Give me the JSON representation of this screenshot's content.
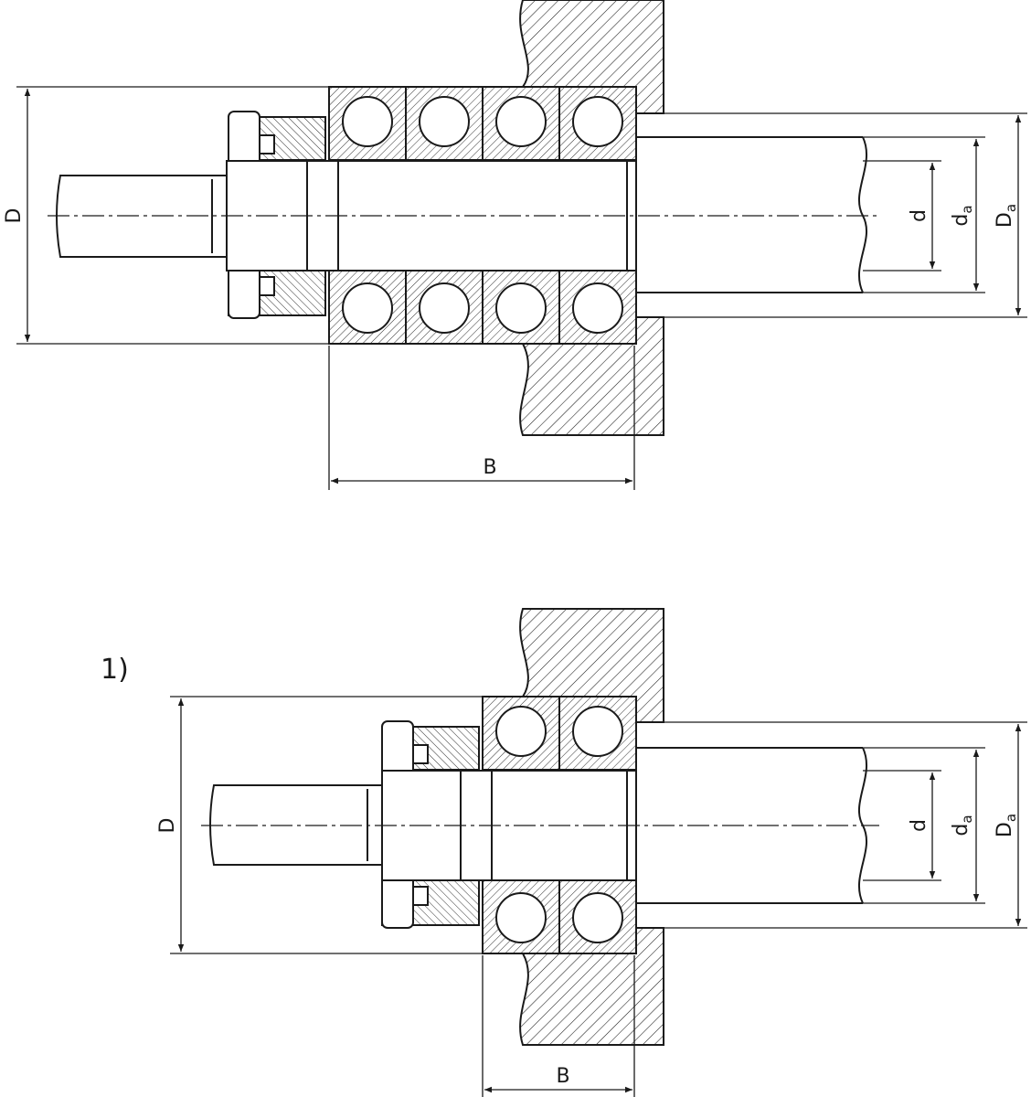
{
  "figures": [
    {
      "label": "",
      "dimensions": {
        "D": "D",
        "B": "B",
        "d": "d",
        "da_base": "d",
        "da_sub": "a",
        "Da_base": "D",
        "Da_sub": "a"
      }
    },
    {
      "label": "1)",
      "dimensions": {
        "D": "D",
        "B": "B",
        "d": "d",
        "da_base": "d",
        "da_sub": "a",
        "Da_base": "D",
        "Da_sub": "a"
      }
    }
  ],
  "colors": {
    "line": "#1a1a1a",
    "hatch": "#1a1a1a",
    "background": "#ffffff"
  }
}
